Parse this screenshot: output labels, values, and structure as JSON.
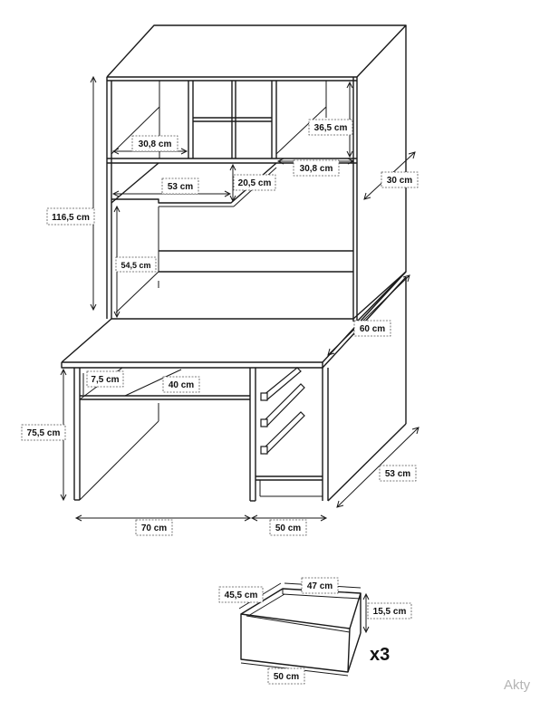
{
  "dimensions": {
    "total_height": "116,5 cm",
    "top_compartment_width": "30,8 cm",
    "top_compartment_height": "36,5 cm",
    "top_right_compartment_width": "30,8 cm",
    "top_depth": "30 cm",
    "shelf_width": "53 cm",
    "shelf_height": "20,5 cm",
    "inner_height": "54,5 cm",
    "desk_depth": "60 cm",
    "front_panel_height": "7,5 cm",
    "leg_depth": "40 cm",
    "desk_height": "75,5 cm",
    "desk_side_depth": "53 cm",
    "desk_width": "70 cm",
    "drawer_unit_width": "50 cm"
  },
  "drawer": {
    "inner_width": "47 cm",
    "depth": "45,5 cm",
    "height": "15,5 cm",
    "front_width": "50 cm",
    "quantity": "x3"
  },
  "watermark": "Akty"
}
